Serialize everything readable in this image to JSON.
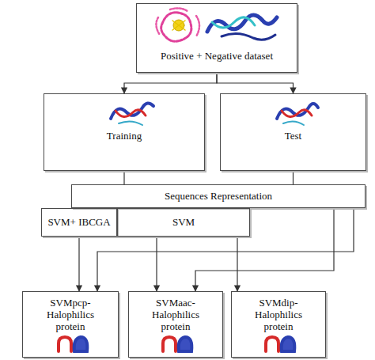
{
  "diagram": {
    "nodes": [
      {
        "text": [
          "Positive + Negative dataset"
        ]
      },
      {
        "text": [
          "Training"
        ]
      },
      {
        "text": [
          "Test"
        ]
      },
      {
        "text": [
          "Sequences Representation"
        ]
      },
      {
        "text": [
          "SVM+ IBCGA"
        ]
      },
      {
        "text": [
          "SVM"
        ]
      },
      {
        "text": [
          "SVMpcp- Halophilics protein"
        ]
      },
      {
        "text": [
          "SVMaac- Halophilics protein"
        ]
      },
      {
        "text": [
          "SVMdip- Halophilics protein"
        ]
      }
    ],
    "edges": [
      {
        "from": 0,
        "to": 1,
        "arrow": "to"
      },
      {
        "from": 0,
        "to": 2,
        "arrow": "to"
      },
      {
        "from": 1,
        "to": 3,
        "arrow": "none"
      },
      {
        "from": 2,
        "to": 3,
        "arrow": "none"
      },
      {
        "from": 4,
        "to": 6,
        "arrow": "to"
      },
      {
        "from": 5,
        "to": 7,
        "arrow": "to"
      },
      {
        "from": 5,
        "to": 8,
        "arrow": "to"
      },
      {
        "from": 3,
        "to": 6,
        "arrow": "to"
      },
      {
        "from": 3,
        "to": 7,
        "arrow": "to"
      }
    ]
  }
}
